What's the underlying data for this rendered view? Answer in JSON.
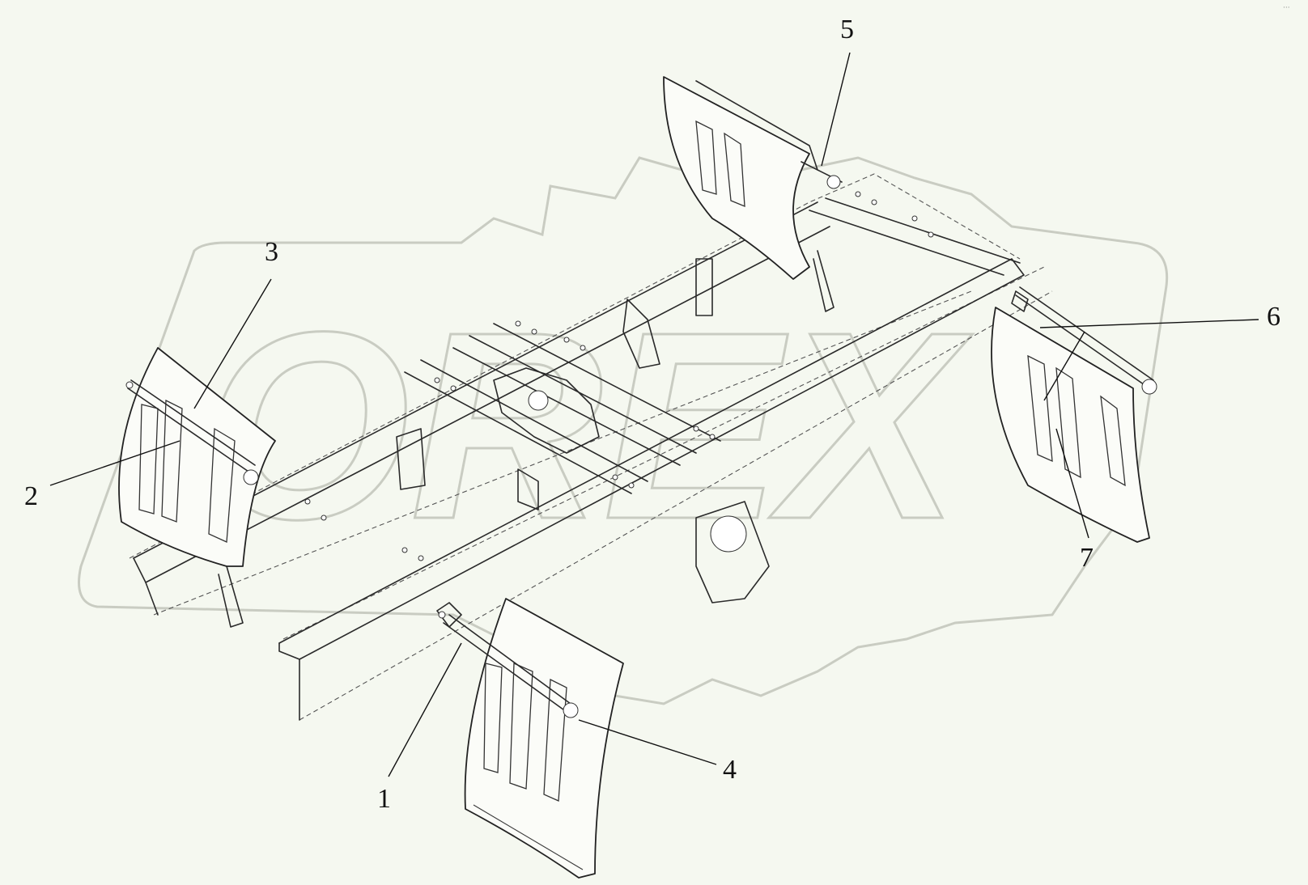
{
  "diagram": {
    "callouts": [
      {
        "id": "1",
        "label": "1"
      },
      {
        "id": "2",
        "label": "2"
      },
      {
        "id": "3",
        "label": "3"
      },
      {
        "id": "4",
        "label": "4"
      },
      {
        "id": "5",
        "label": "5"
      },
      {
        "id": "6",
        "label": "6"
      },
      {
        "id": "7",
        "label": "7"
      }
    ],
    "watermark": {
      "text": "OREX"
    },
    "corner_mark": "···"
  }
}
